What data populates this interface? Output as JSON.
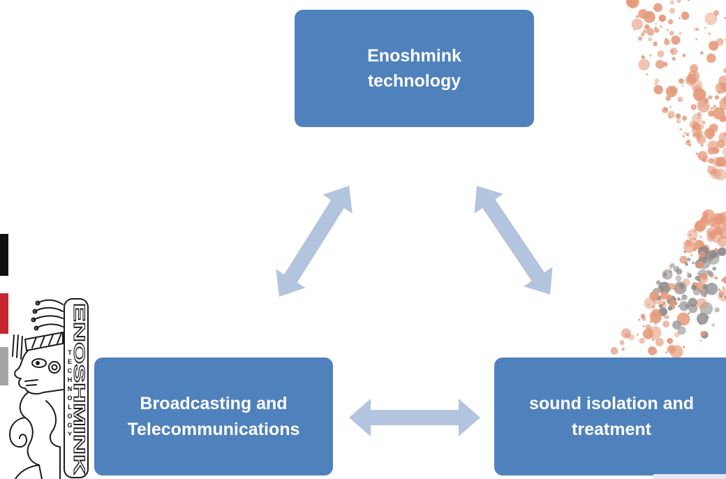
{
  "diagram": {
    "nodes": [
      {
        "label": "Enoshmink technology"
      },
      {
        "label": "Broadcasting and Telecommunications"
      },
      {
        "label": "sound isolation and treatment"
      }
    ],
    "edges": [
      {
        "from": 0,
        "to": 1,
        "bidirectional": true
      },
      {
        "from": 0,
        "to": 2,
        "bidirectional": true
      },
      {
        "from": 1,
        "to": 2,
        "bidirectional": true
      }
    ]
  },
  "logo": {
    "wordmark": "ENOSHMINK",
    "tagline": "TECHNOLOGY"
  },
  "colors": {
    "node_fill": "#4f81bd",
    "node_text": "#ffffff",
    "arrow": "#b3c4de",
    "dot_warm": "#e59a7b",
    "dot_gray": "#8d8a8a",
    "logo_bar_black": "#111111",
    "logo_bar_red": "#c3272d",
    "logo_bar_gray": "#a4a4a4"
  }
}
